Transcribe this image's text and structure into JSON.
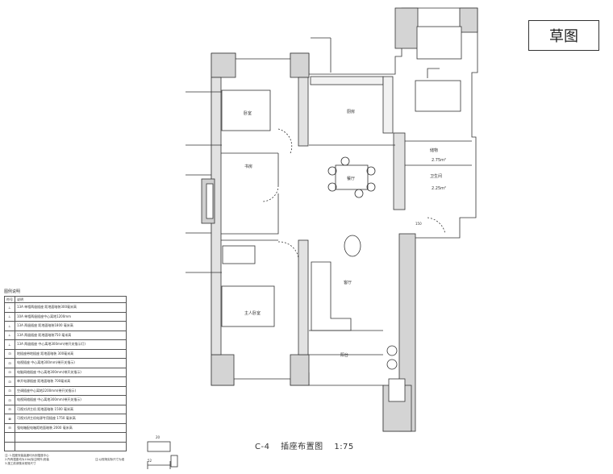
{
  "stamp": "草图",
  "caption": {
    "code": "C-4",
    "title": "插座布置图",
    "scale": "1:75"
  },
  "rooms": {
    "bedroom_top": "卧室",
    "kitchen": "厨房",
    "study": "书房",
    "dining": "餐厅",
    "master_bedroom": "主人卧室",
    "living": "客厅",
    "balcony": "阳台",
    "laundry": "储物",
    "area1": "2.75m²",
    "area2": "2.25m²",
    "bath": "卫生间"
  },
  "legend": {
    "title": "图例说明",
    "header": [
      "符号",
      "说明"
    ],
    "rows": [
      {
        "sym": "⊥",
        "text": "13A 单相两极插座 距地面暗装300毫米高"
      },
      {
        "sym": "⊥",
        "text": "10A 单相两极插座中心离地1200mm"
      },
      {
        "sym": "⊥",
        "text": "13A 两极插座 距地面暗装1800 毫米高"
      },
      {
        "sym": "⊥",
        "text": "13A 两极插座 距地面暗装750 毫米高"
      },
      {
        "sym": "⊥",
        "text": "13A 两极插座 中心离地300mm(带开关指示灯)"
      },
      {
        "sym": "⊡",
        "text": "地插座带地插座 距地面暗装 300毫米高"
      },
      {
        "sym": "⊡",
        "text": "电视插座 中心离地300mm(带开关指示)"
      },
      {
        "sym": "⊡",
        "text": "电脑网络插座 中心离地300mm(带开关指示)"
      },
      {
        "sym": "⊡",
        "text": "单开电源插座 距地面暗装 700毫米高"
      },
      {
        "sym": "⊡",
        "text": "空调插座中心离地2200mm(带开关指示)"
      },
      {
        "sym": "⊡",
        "text": "电视网络插座 中心离地300mm(带开关指示)"
      },
      {
        "sym": "⊟",
        "text": "可视对讲主机 距地面暗装 1500 毫米高"
      },
      {
        "sym": "⊠",
        "text": "可视对讲主机电源专用插座 1750 毫米高"
      },
      {
        "sym": "⊟",
        "text": "强电箱配电箱距地面暗装 2000 毫米高"
      },
      {
        "sym": "",
        "text": ""
      },
      {
        "sym": "",
        "text": ""
      }
    ]
  },
  "notes": [
    "注: 1.插座安装高度均为到插座中心",
    "2.所有插座均为10A(除注明外)安装",
    "3.施工前请核对现场尺寸"
  ],
  "notes_right": "注:以现场实际尺寸为准",
  "dims": {
    "d1": "20",
    "d2": "52",
    "d3": "150"
  }
}
